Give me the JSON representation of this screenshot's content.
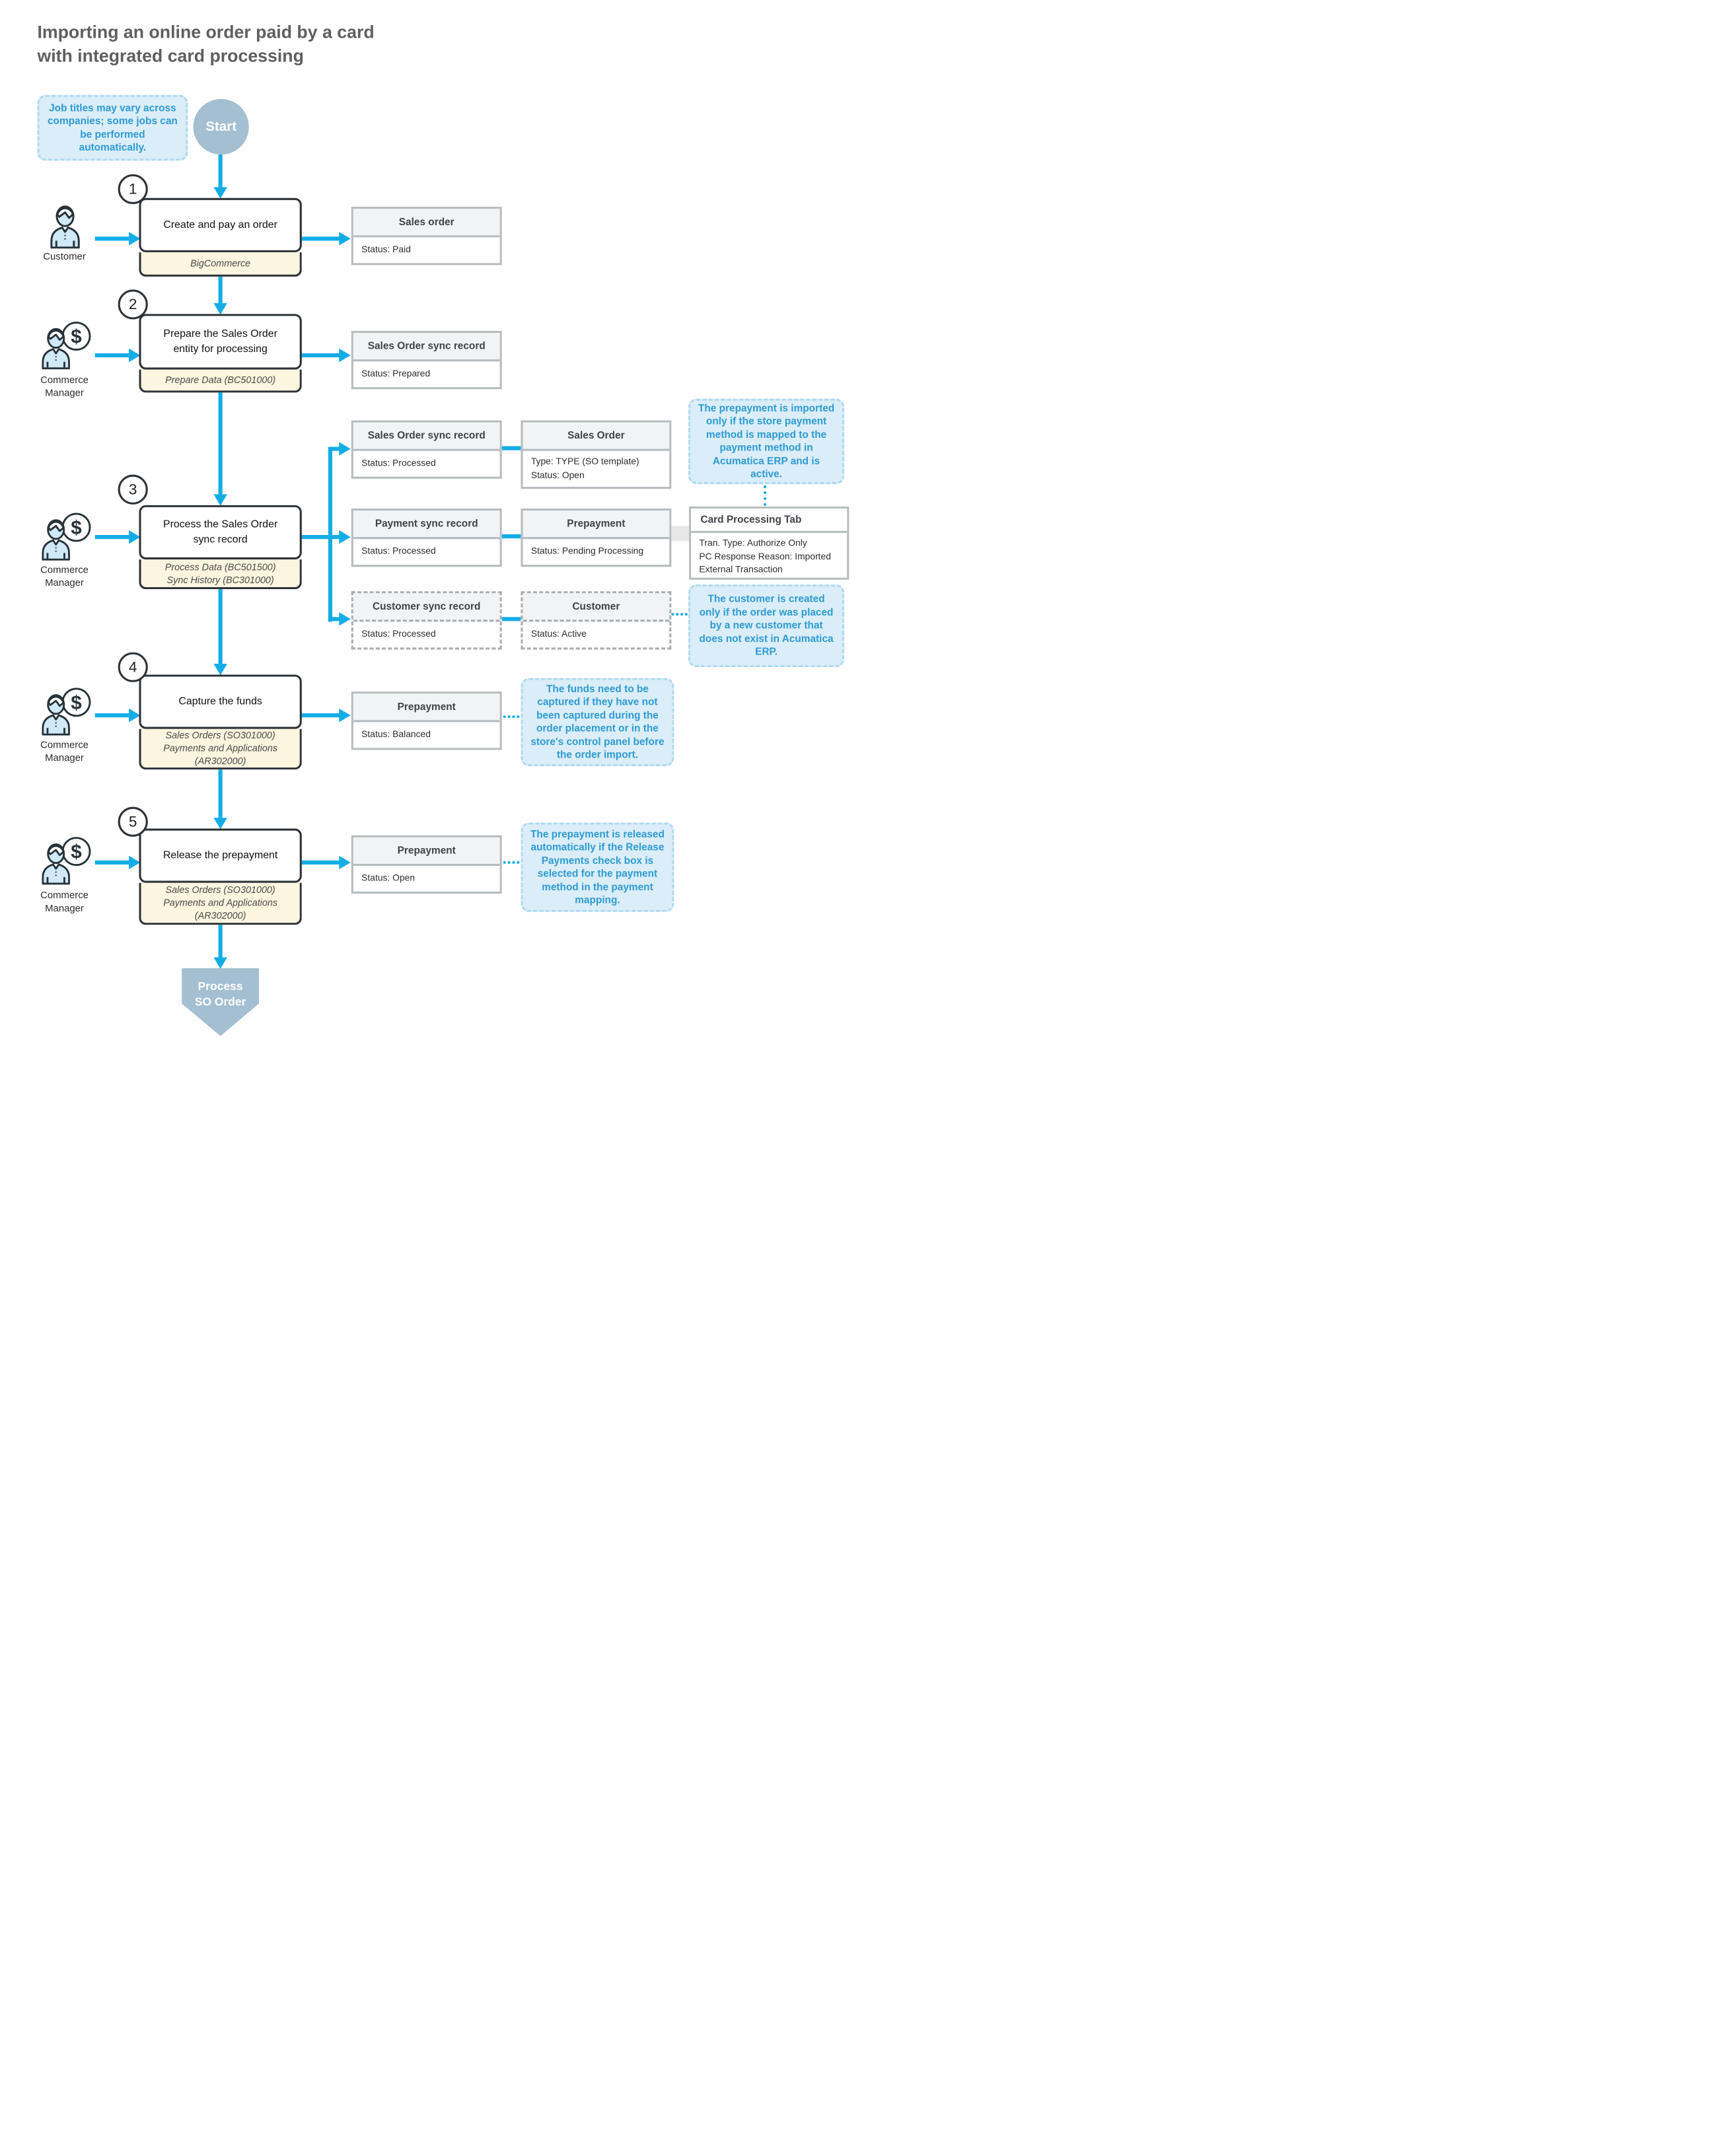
{
  "colors": {
    "accent": "#13ade6",
    "note_fill": "#dbedf8",
    "note_border": "#aedaf0",
    "note_text": "#2d9bd3",
    "node_fill": "#a3bfd1",
    "footer_fill": "#fcf5df"
  },
  "title": "Importing an online order paid by a card\nwith integrated card processing",
  "intro_note": "Job titles may vary across companies; some jobs can be performed automatically.",
  "start_label": "Start",
  "end_label": "Process\nSO Order",
  "steps": [
    {
      "num": "1",
      "actor": "Customer",
      "title": "Create and pay an order",
      "footer": "BigCommerce"
    },
    {
      "num": "2",
      "actor": "Commerce\nManager",
      "title": "Prepare the Sales Order entity for processing",
      "footer": "Prepare Data (BC501000)"
    },
    {
      "num": "3",
      "actor": "Commerce\nManager",
      "title": "Process the Sales Order sync record",
      "footer": "Process Data (BC501500)\nSync History (BC301000)"
    },
    {
      "num": "4",
      "actor": "Commerce\nManager",
      "title": "Capture the funds",
      "footer": "Sales Orders (SO301000)\nPayments and Applications\n(AR302000)"
    },
    {
      "num": "5",
      "actor": "Commerce\nManager",
      "title": "Release the prepayment",
      "footer": "Sales Orders (SO301000)\nPayments and Applications\n(AR302000)"
    }
  ],
  "records": {
    "sales_order_paid": {
      "title": "Sales order",
      "body": "Status: Paid"
    },
    "so_sync_prepared": {
      "title": "Sales Order sync record",
      "body": "Status: Prepared"
    },
    "so_sync_processed": {
      "title": "Sales Order sync record",
      "body": "Status: Processed"
    },
    "sales_order_open": {
      "title": "Sales Order",
      "body": "Type: TYPE (SO template)\nStatus: Open"
    },
    "payment_sync_processed": {
      "title": "Payment sync record",
      "body": "Status: Processed"
    },
    "prepayment_pending": {
      "title": "Prepayment",
      "body": "Status: Pending Processing"
    },
    "card_processing_tab": {
      "title": "Card Processing Tab",
      "body": "Tran. Type: Authorize Only\nPC Response Reason: Imported External Transaction"
    },
    "customer_sync_processed": {
      "title": "Customer sync record",
      "body": "Status: Processed"
    },
    "customer_active": {
      "title": "Customer",
      "body": "Status: Active"
    },
    "prepayment_balanced": {
      "title": "Prepayment",
      "body": "Status: Balanced"
    },
    "prepayment_open": {
      "title": "Prepayment",
      "body": "Status: Open"
    }
  },
  "notes": {
    "prepayment_import": "The prepayment is imported only if the store payment method is mapped to the payment method in Acumatica ERP and is active.",
    "customer_created": "The customer is created only if the order was placed by a new customer that does not exist in Acumatica ERP.",
    "funds_capture": "The funds need to be captured if they have not been captured during the order placement or in the store's control panel before the order import.",
    "prepayment_release": "The prepayment is released automatically if the Release Payments check box is selected for the payment method in the payment mapping."
  }
}
